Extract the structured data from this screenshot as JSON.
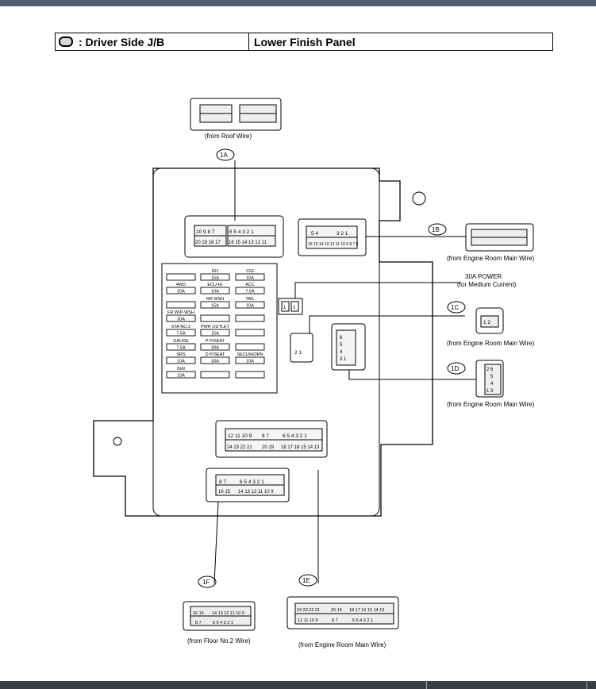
{
  "header": {
    "symbol_icon": "oval-connector-symbol",
    "title_left": ": Driver Side J/B",
    "title_right": "Lower Finish Panel"
  },
  "connector_labels": {
    "c1A": "1A",
    "c1B": "1B",
    "c1C": "1C",
    "c1D": "1D",
    "c1E": "1E",
    "c1F": "1F"
  },
  "wire_sources": {
    "c1A": "(from Roof Wire)",
    "c1B": "(from Engine Room Main Wire)",
    "c1C": "(from Engine Room Main Wire)",
    "c1D": "(from Engine Room Main Wire)",
    "c1E": "(from Engine Room Main Wire)",
    "c1F": "(from Floor No.2 Wire)"
  },
  "power_label": {
    "line1": "30A POWER",
    "line2": "(for Medium Current)"
  },
  "fuses": [
    {
      "name": "IG1",
      "amp": "15A"
    },
    {
      "name": "CIG",
      "amp": "10A"
    },
    {
      "name": "4WD",
      "amp": "20A"
    },
    {
      "name": "ECU-IG",
      "amp": "10A"
    },
    {
      "name": "ACC",
      "amp": "7.5A"
    },
    {
      "name": "RR WSH",
      "amp": "15A"
    },
    {
      "name": "TAIL",
      "amp": "10A"
    },
    {
      "name": "FR WIP-WSH",
      "amp": "30A"
    },
    {
      "name": "STA NO.2",
      "amp": "7.5A"
    },
    {
      "name": "PWR OUTLET",
      "amp": "15A"
    },
    {
      "name": "GAUGE",
      "amp": "7.5A"
    },
    {
      "name": "P P/SEAT",
      "amp": "30A"
    },
    {
      "name": "SRS",
      "amp": "10A"
    },
    {
      "name": "D P/SEAT",
      "amp": "30A"
    },
    {
      "name": "SECU/HORN",
      "amp": "10A"
    },
    {
      "name": "IGN",
      "amp": "10A"
    }
  ],
  "pins": {
    "c1A_top": "10 9 8 7",
    "c1A_bot": "20 19 18 17",
    "c1A_top2": "6 5 4 3 2 1",
    "c1A_bot2": "16 15 14 13 12 11",
    "c1B_top": "5 4",
    "c1B_top2": "3 2 1",
    "c1B_bot": "16 15 14 13 12 11 10 9 8 7 6",
    "c1C": "1 2",
    "c1C_box": "2 1",
    "c1D": [
      "6",
      "5",
      "4",
      "3 1"
    ],
    "c1D_ext": [
      "2 6",
      "5",
      "4",
      "1 3"
    ],
    "c1E_top": "12 11 10 9",
    "c1E_top2": "8 7",
    "c1E_top3": "6 5 4 3 2 1",
    "c1E_bot": "24 23 22 21",
    "c1E_bot2": "20 19",
    "c1E_bot3": "18 17 16 15 14 13",
    "c1F_top": "8 7",
    "c1F_top2": "6 5 4 3 2 1",
    "c1F_bot": "16 15",
    "c1F_bot2": "14 13 12 11 10 9"
  }
}
